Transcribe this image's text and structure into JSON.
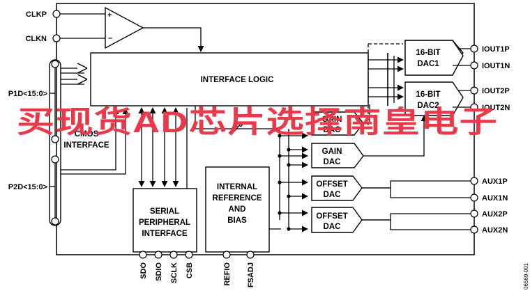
{
  "pins_left": {
    "clkp": "CLKP",
    "clkn": "CLKN",
    "p1d": "P1D<15:0>",
    "p2d": "P2D<15:0>"
  },
  "pins_right": {
    "iout1p": "IOUT1P",
    "iout1n": "IOUT1N",
    "iout2p": "IOUT2P",
    "iout2n": "IOUT2N",
    "aux1p": "AUX1P",
    "aux1n": "AUX1N",
    "aux2p": "AUX2P",
    "aux2n": "AUX2N"
  },
  "pins_bottom": {
    "sdo": "SDO",
    "sdio": "SDIO",
    "sclk": "SCLK",
    "csb": "CSB",
    "refio": "REFIO",
    "fsadj": "FSADJ"
  },
  "blocks": {
    "interface_logic": "INTERFACE LOGIC",
    "cmos_line1": "CMOS",
    "cmos_line2": "INTERFACE",
    "spi_line1": "SERIAL",
    "spi_line2": "PERIPHERAL",
    "spi_line3": "INTERFACE",
    "ref_line1": "INTERNAL",
    "ref_line2": "REFERENCE",
    "ref_line3": "AND",
    "ref_line4": "BIAS",
    "dac1_line1": "16-BIT",
    "dac1_line2": "DAC1",
    "dac2_line1": "16-BIT",
    "dac2_line2": "DAC2",
    "gain1_line1": "GAIN",
    "gain1_line2": "DAC",
    "gain2_line1": "GAIN",
    "gain2_line2": "DAC",
    "offset1_line1": "OFFSET",
    "offset1_line2": "DAC",
    "offset2_line1": "OFFSET",
    "offset2_line2": "DAC"
  },
  "amp": {
    "plus": "+",
    "minus": "–"
  },
  "bus_width": "10",
  "watermark": "买现货AD芯片选择南皇电子",
  "figure_code": "06569-001"
}
